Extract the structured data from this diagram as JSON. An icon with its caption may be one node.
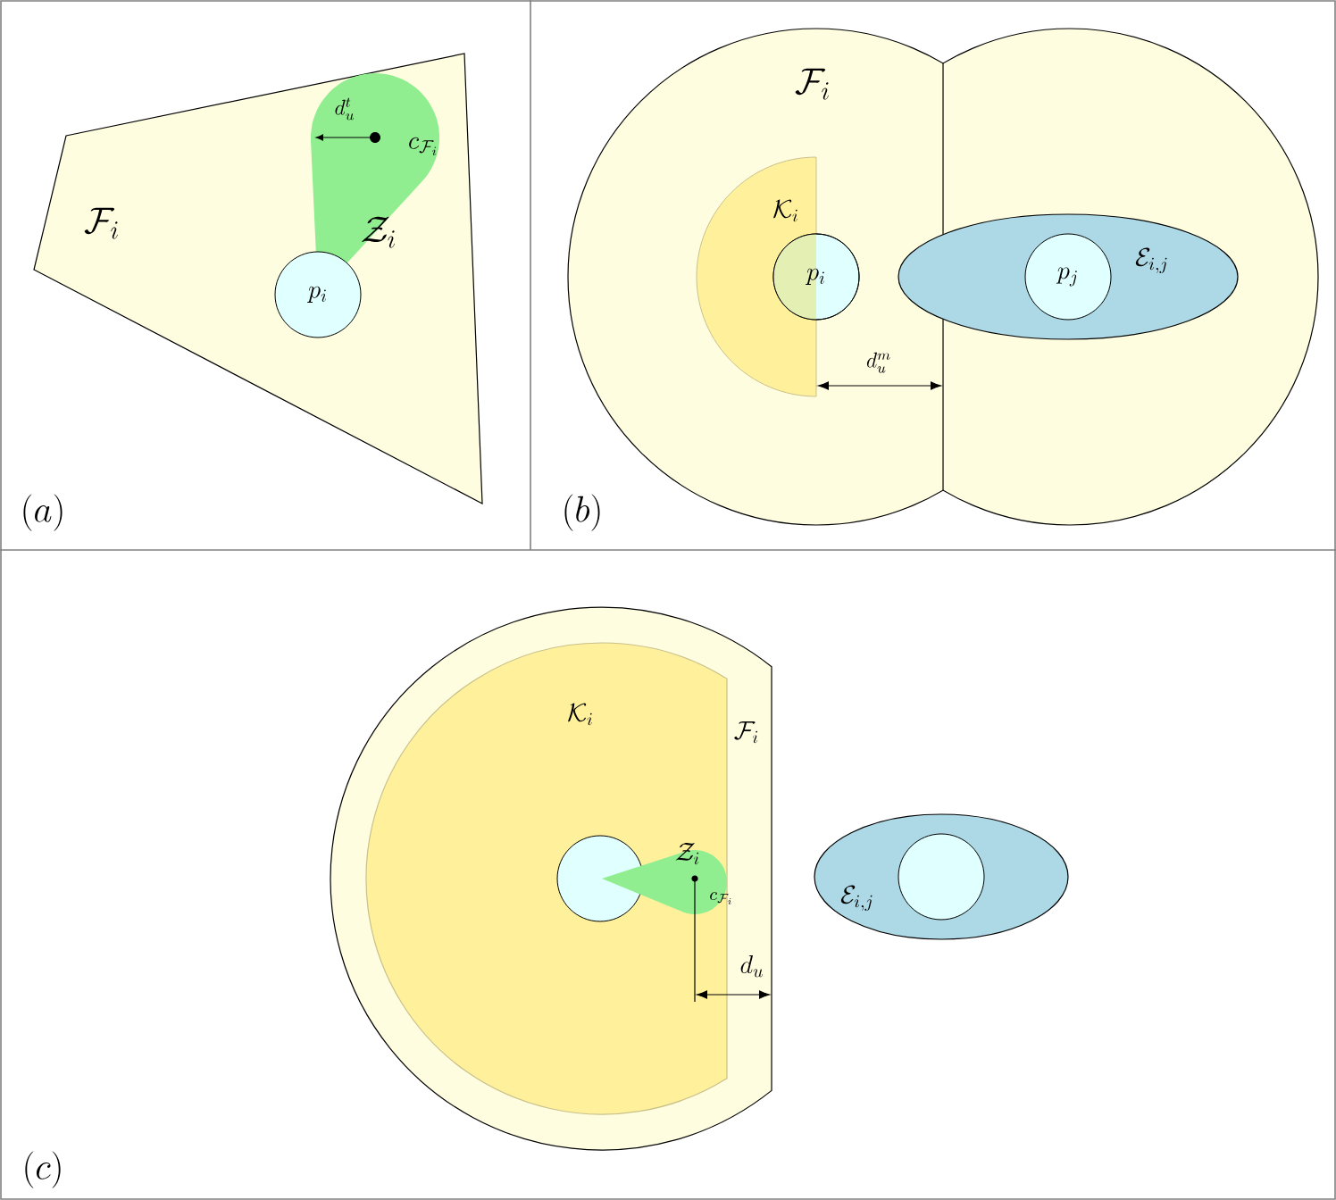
{
  "diagram": {
    "nodes": [
      {
        "text": [
          "\\mathcal{F}_i"
        ]
      },
      {
        "text": [
          "\\mathcal{Z}_i"
        ],
        "in": 0
      },
      {
        "text": [
          "p_i"
        ],
        "in": 0
      },
      {
        "text": [
          "\\mathcal{F}_i"
        ]
      },
      {
        "text": [
          "\\mathcal{K}_i"
        ],
        "in": 3
      },
      {
        "text": [
          "p_i"
        ],
        "in": 3
      },
      {
        "text": [
          "\\mathcal{E}_{i,j}"
        ]
      },
      {
        "text": [
          "p_j"
        ],
        "in": 6
      },
      {
        "text": [
          "\\mathcal{F}_i"
        ]
      },
      {
        "text": [
          "\\mathcal{K}_i"
        ],
        "in": 8
      },
      {
        "text": [],
        "shape": "circle",
        "in": 9
      },
      {
        "text": [
          "\\mathcal{Z}_i"
        ],
        "in": 9
      },
      {
        "text": [
          "\\mathcal{E}_{i,j}"
        ]
      },
      {
        "text": [],
        "shape": "circle",
        "in": 12
      }
    ],
    "labels": [
      "(a)",
      "d_u^t",
      "c_{\\mathcal{F}_i}",
      "(b)",
      "d_u^m",
      "c_{\\mathcal{F}_i}",
      "d_u",
      "(c)"
    ]
  }
}
